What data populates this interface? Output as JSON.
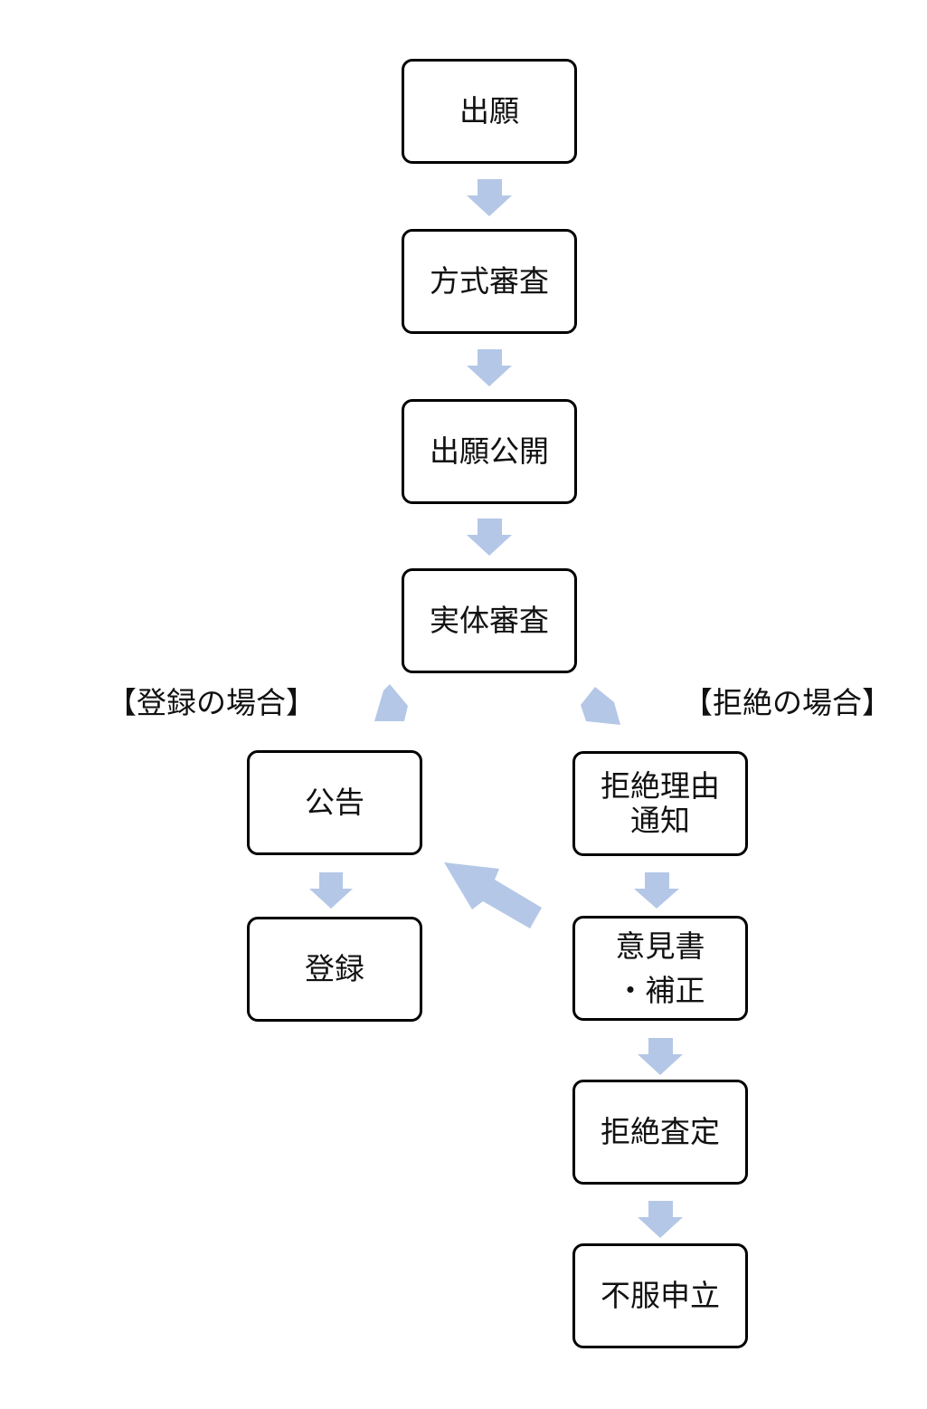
{
  "colors": {
    "arrow": "#b4c7e7",
    "box_border": "#000000",
    "text": "#111111"
  },
  "labels": {
    "registration_case": "【登録の場合】",
    "rejection_case": "【拒絶の場合】"
  },
  "boxes": {
    "filing": "出願",
    "formality_exam": "方式審査",
    "publication": "出願公開",
    "substantive_exam": "実体審査",
    "announcement": "公告",
    "registration": "登録",
    "rejection_notice_line1": "拒絶理由",
    "rejection_notice_line2": "通知",
    "opinion_line1": "意見書",
    "opinion_line2": "・補正",
    "rejection_decision": "拒絶査定",
    "appeal": "不服申立"
  }
}
